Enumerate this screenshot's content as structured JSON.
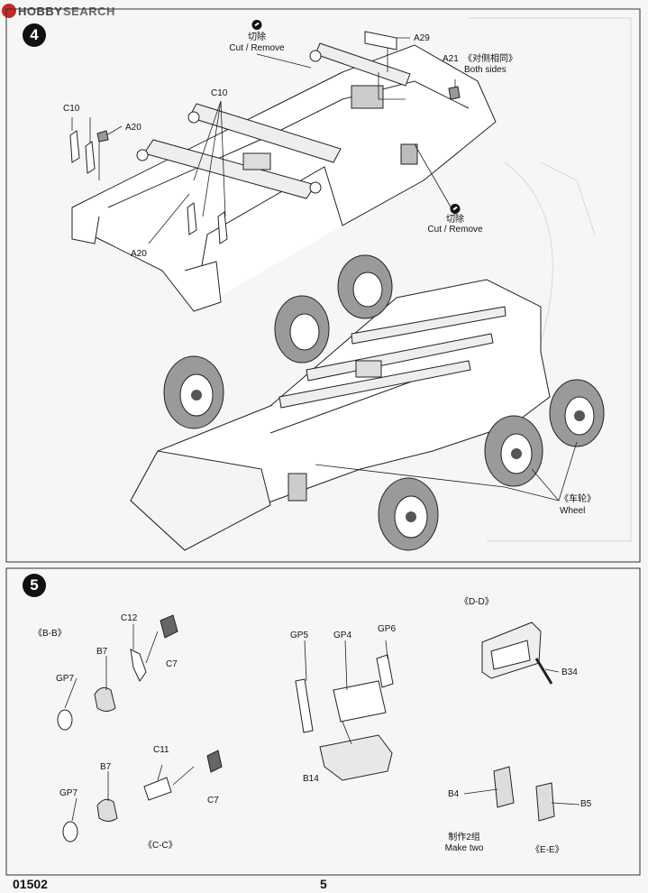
{
  "header": {
    "watermark_brand": "HOBBY",
    "watermark_search": "SEARCH"
  },
  "step4": {
    "number": "4",
    "labels": {
      "cut_remove_cn": "切除",
      "cut_remove_en": "Cut / Remove",
      "a29": "A29",
      "a21": "A21",
      "both_sides_cn": "《对侧相同》",
      "both_sides_en": "Both sides",
      "c10_left": "C10",
      "c10_center": "C10",
      "a20_upper": "A20",
      "a20_lower": "A20",
      "cut_remove2_cn": "切除",
      "cut_remove2_en": "Cut / Remove",
      "wheel_cn": "《车轮》",
      "wheel_en": "Wheel"
    }
  },
  "step5": {
    "number": "5",
    "labels": {
      "bb": "《B-B》",
      "c12": "C12",
      "b7_upper": "B7",
      "c7_upper": "C7",
      "gp7_upper": "GP7",
      "b7_lower": "B7",
      "c11": "C11",
      "gp7_lower": "GP7",
      "c7_lower": "C7",
      "cc": "《C-C》",
      "gp5": "GP5",
      "gp4": "GP4",
      "gp6": "GP6",
      "b14": "B14",
      "dd": "《D-D》",
      "b34": "B34",
      "b4": "B4",
      "b5": "B5",
      "make_two_cn": "制作2组",
      "make_two_en": "Make two",
      "ee": "《E-E》"
    }
  },
  "footer": {
    "kit_number": "01502",
    "page_number": "5"
  }
}
